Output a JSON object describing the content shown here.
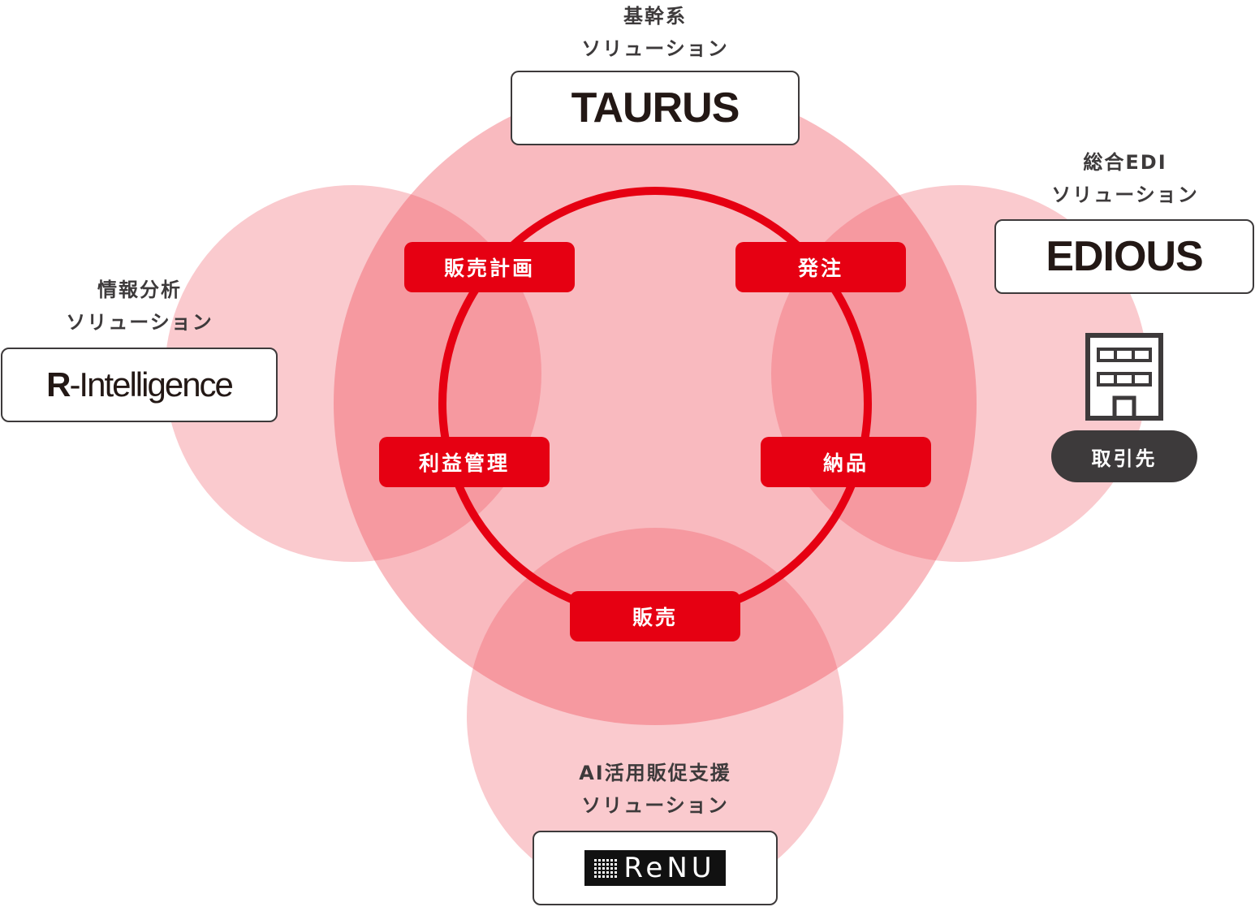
{
  "colors": {
    "circle_light": "#f7a8ae",
    "circle_main": "#f39aa1",
    "cycle_ring": "#e60012",
    "process_fill": "#e60012",
    "dark": "#3d3a3b",
    "logo_text": "#231815"
  },
  "solutions": {
    "core": {
      "category_line1": "基幹系",
      "category_line2": "ソリューション",
      "logo": "TAURUS"
    },
    "edi": {
      "category_line1": "総合EDI",
      "category_line2": "ソリューション",
      "logo": "EDIOUS"
    },
    "analytics": {
      "category_line1": "情報分析",
      "category_line2": "ソリューション",
      "logo_main": "R",
      "logo_rest": "-Intelligence"
    },
    "ai": {
      "category_line1": "AI活用販促支援",
      "category_line2": "ソリューション",
      "logo": "ReNU"
    }
  },
  "cycle": {
    "planning": "販売計画",
    "ordering": "発注",
    "profit": "利益管理",
    "delivery": "納品",
    "sales": "販売"
  },
  "partner": {
    "label": "取引先",
    "icon": "building-icon"
  }
}
